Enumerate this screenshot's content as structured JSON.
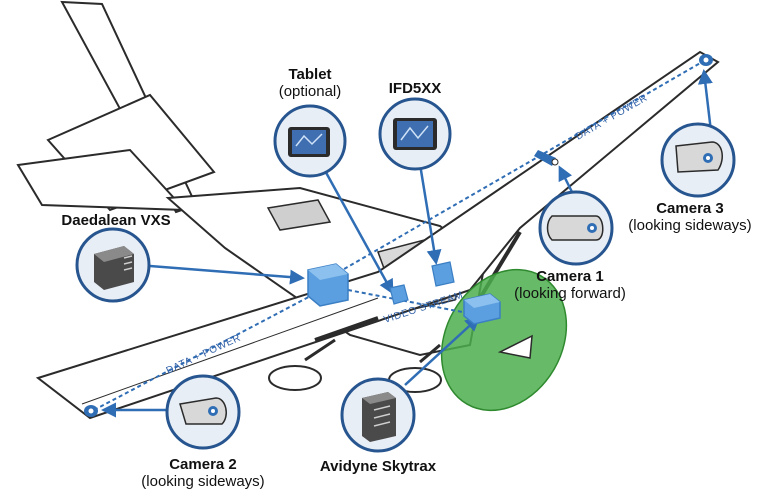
{
  "labels": {
    "tablet_title": "Tablet",
    "tablet_sub": "(optional)",
    "ifd_title": "IFD5XX",
    "vxs_title": "Daedalean VXS",
    "cam3_title": "Camera 3",
    "cam3_sub": "(looking sideways)",
    "cam1_title": "Camera 1",
    "cam1_sub": "(looking forward)",
    "cam2_title": "Camera 2",
    "cam2_sub": "(looking sideways)",
    "skytrax_title": "Avidyne Skytrax"
  },
  "paths": {
    "right_wing": "DATA + POWER",
    "left_wing": "DATA + POWER",
    "video": "VIDEO STREAM"
  },
  "colors": {
    "outline": "#2b2b2b",
    "aircraft": "#ffffff",
    "shade": "#e8e8e8",
    "glass": "#cfcfcf",
    "link": "#2f6db5",
    "box": "#5b9fe0",
    "box_dark": "#3b7fc4",
    "prop": "#4cae4c",
    "badge_fill": "#e8eef6",
    "badge_ring": "#27558f"
  }
}
